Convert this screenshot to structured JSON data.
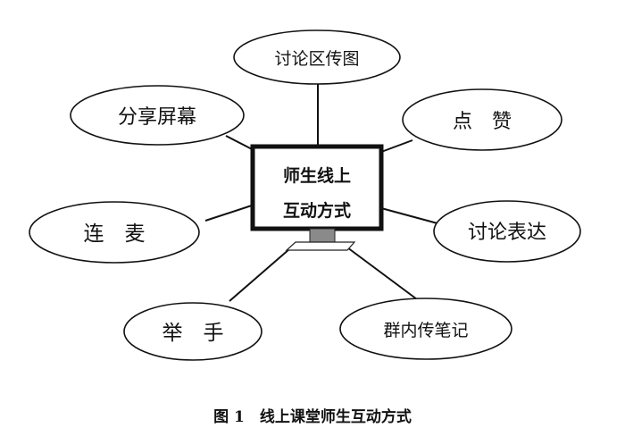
{
  "center": {
    "line1": "师生线上",
    "line2": "互动方式"
  },
  "nodes": {
    "top": "讨论区传图",
    "top_left": "分享屏幕",
    "top_right": "点　赞",
    "left": "连　麦",
    "right": "讨论表达",
    "bottom_left": "举　手",
    "bottom_right": "群内传笔记"
  },
  "caption": {
    "number": "图 1",
    "title": "线上课堂师生互动方式"
  },
  "colors": {
    "stroke": "#111111",
    "background": "#ffffff",
    "monitor_stand": "#8a8a8a"
  }
}
